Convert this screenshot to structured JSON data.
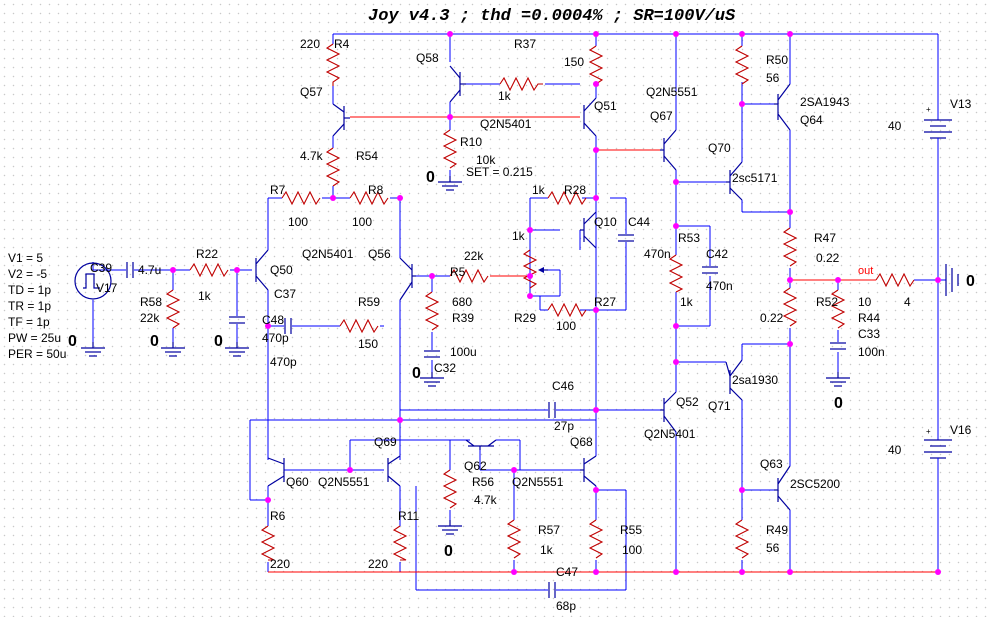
{
  "title": "Joy v4.3  ; thd =0.0004% ; SR=100V/uS",
  "colors": {
    "wire": "#0000ff",
    "net": "#ff0000",
    "junction": "#ff00ff",
    "symbol": "#0000a0",
    "text": "#000000",
    "background": "#ffffff"
  },
  "source": {
    "params": [
      "V1 = 5",
      "V2 = -5",
      "TD = 1p",
      "TR = 1p",
      "TF = 1p",
      "PW = 25u",
      "PER = 50u"
    ],
    "name": "V17"
  },
  "ground_label": "0",
  "output_net_label": "out",
  "rails": {
    "top": {
      "name": "V13",
      "value": "40"
    },
    "bottom": {
      "name": "V16",
      "value": "40"
    }
  },
  "components": {
    "C39": {
      "name": "C39",
      "value": "4.7u"
    },
    "R22": {
      "name": "R22",
      "value": "1k"
    },
    "R58": {
      "name": "R58",
      "value": "22k"
    },
    "C37": {
      "name": "C37",
      "value": "470p"
    },
    "Q50": {
      "name": "Q50"
    },
    "R4": {
      "name": "R4",
      "value": "220"
    },
    "Q57": {
      "name": "Q57"
    },
    "R54": {
      "name": "R54",
      "value": "4.7k"
    },
    "R7": {
      "name": "R7",
      "value": "100"
    },
    "R8": {
      "name": "R8",
      "value": "100"
    },
    "Q56": {
      "name": "Q56",
      "model": "Q2N5401"
    },
    "C48": {
      "name": "C48",
      "value": "470p"
    },
    "R59": {
      "name": "R59",
      "value": "150"
    },
    "Q58": {
      "name": "Q58"
    },
    "R37": {
      "name": "R37",
      "value": "150"
    },
    "R10": {
      "name": "R10",
      "value": "10k",
      "set": "SET = 0.215"
    },
    "R_q58": {
      "value": "1k"
    },
    "Q51": {
      "name": "Q51",
      "model": "Q2N5401"
    },
    "R5": {
      "name": "R5",
      "value": "22k"
    },
    "R39": {
      "name": "R39",
      "value": "680"
    },
    "C32": {
      "name": "C32",
      "value": "100u"
    },
    "R28": {
      "name": "R28",
      "value": "1k"
    },
    "Q10": {
      "name": "Q10"
    },
    "C44": {
      "name": "C44"
    },
    "R29": {
      "name": "R29",
      "value": "1k"
    },
    "R27": {
      "name": "R27",
      "value": "100"
    },
    "Q67": {
      "name": "Q67",
      "model": "Q2N5551"
    },
    "R53": {
      "name": "R53",
      "value": "470n"
    },
    "C42": {
      "name": "C42",
      "value": "470n"
    },
    "R_1k_mid": {
      "value": "1k"
    },
    "R50": {
      "name": "R50",
      "value": "56"
    },
    "Q64": {
      "name": "Q64",
      "model": "2SA1943"
    },
    "Q70": {
      "name": "Q70",
      "model": "2sc5171"
    },
    "R47": {
      "name": "R47",
      "value": "0.22"
    },
    "R_022b": {
      "value": "0.22"
    },
    "R52": {
      "name": "R52",
      "value": "10"
    },
    "R44": {
      "name": "R44"
    },
    "C33": {
      "name": "C33",
      "value": "100n"
    },
    "R_load": {
      "value": "4"
    },
    "C46": {
      "name": "C46",
      "value": "27p"
    },
    "Q52": {
      "name": "Q52",
      "model": "Q2N5401"
    },
    "Q71": {
      "name": "Q71",
      "model": "2sa1930"
    },
    "Q63": {
      "name": "Q63",
      "model": "2SC5200"
    },
    "R49": {
      "name": "R49",
      "value": "56"
    },
    "Q60": {
      "name": "Q60",
      "model": "Q2N5551"
    },
    "Q69": {
      "name": "Q69"
    },
    "R6": {
      "name": "R6",
      "value": "220"
    },
    "R11": {
      "name": "R11",
      "value": "220"
    },
    "Q62": {
      "name": "Q62"
    },
    "R56": {
      "name": "R56",
      "value": "4.7k"
    },
    "Q68": {
      "name": "Q68",
      "model": "Q2N5551"
    },
    "R57": {
      "name": "R57",
      "value": "1k"
    },
    "R55": {
      "name": "R55",
      "value": "100"
    },
    "C47": {
      "name": "C47",
      "value": "68p"
    }
  }
}
